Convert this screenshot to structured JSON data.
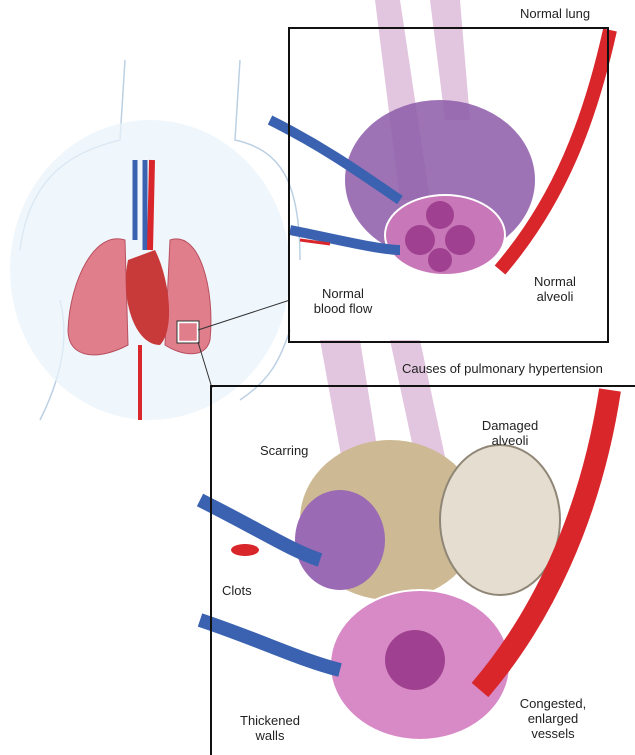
{
  "titles": {
    "normal": "Normal lung",
    "causes": "Causes of pulmonary hypertension"
  },
  "labels": {
    "normal_blood_flow": "Normal blood flow",
    "normal_alveoli": "Normal alveoli",
    "scarring": "Scarring",
    "damaged_alveoli": "Damaged alveoli",
    "clots": "Clots",
    "thickened_walls": "Thickened walls",
    "congested_vessels": "Congested, enlarged vessels"
  },
  "colors": {
    "artery": "#d8262b",
    "vein": "#3a62b0",
    "alveoli": "#b35aa8",
    "airway": "#e2c6e0",
    "scar": "#cdb994",
    "lung": "#e07e8c",
    "heart": "#c83a3a"
  }
}
